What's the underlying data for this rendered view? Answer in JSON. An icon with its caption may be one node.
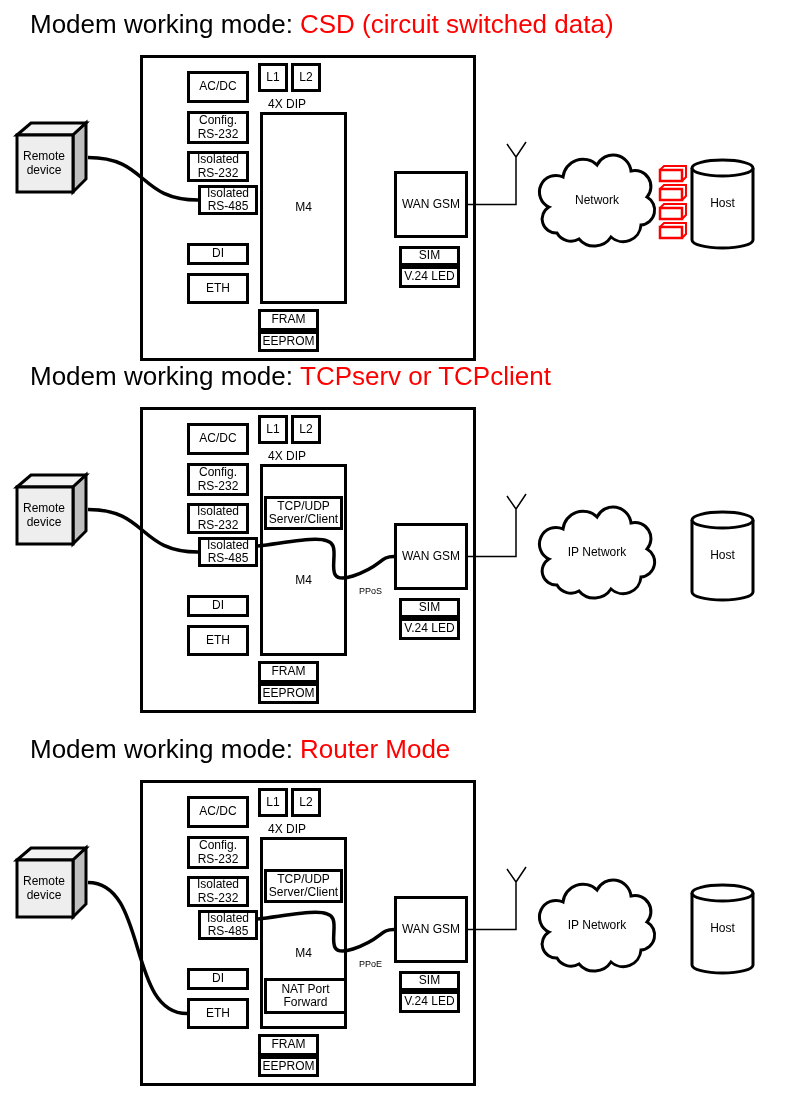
{
  "diagram": {
    "nodes": [
      {
        "text": [
          "Remote device"
        ]
      },
      {
        "text": [],
        "shape": "box"
      },
      {
        "text": [
          "AC/DC"
        ],
        "in": 1
      },
      {
        "text": [
          "L1"
        ],
        "in": 1
      },
      {
        "text": [
          "L2"
        ],
        "in": 1
      },
      {
        "text": [
          "Config. RS-232"
        ],
        "in": 1
      },
      {
        "text": [
          "Isolated RS-232"
        ],
        "in": 1
      },
      {
        "text": [
          "Isolated RS-485"
        ],
        "in": 1
      },
      {
        "text": [
          "M4"
        ],
        "in": 1
      },
      {
        "text": [
          "DI"
        ],
        "in": 1
      },
      {
        "text": [
          "ETH"
        ],
        "in": 1
      },
      {
        "text": [
          "FRAM"
        ],
        "in": 1
      },
      {
        "text": [
          "EEPROM"
        ],
        "in": 1
      },
      {
        "text": [
          "WAN GSM"
        ],
        "in": 1
      },
      {
        "text": [
          "SIM"
        ],
        "in": 1
      },
      {
        "text": [
          "V.24 LED"
        ],
        "in": 1
      },
      {
        "text": [],
        "shape": "antenna"
      },
      {
        "text": [
          "Network"
        ]
      },
      {
        "text": [
          "Host"
        ]
      },
      {
        "text": [
          "Remote device"
        ]
      },
      {
        "text": [],
        "shape": "box"
      },
      {
        "text": [
          "AC/DC"
        ],
        "in": 20
      },
      {
        "text": [
          "L1"
        ],
        "in": 20
      },
      {
        "text": [
          "L2"
        ],
        "in": 20
      },
      {
        "text": [
          "Config. RS-232"
        ],
        "in": 20
      },
      {
        "text": [
          "Isolated RS-232"
        ],
        "in": 20
      },
      {
        "text": [
          "Isolated RS-485"
        ],
        "in": 20
      },
      {
        "text": [
          "M4"
        ],
        "in": 20
      },
      {
        "text": [
          "TCP/UDP Server/Client"
        ],
        "in": 27
      },
      {
        "text": [
          "DI"
        ],
        "in": 20
      },
      {
        "text": [
          "ETH"
        ],
        "in": 20
      },
      {
        "text": [
          "FRAM"
        ],
        "in": 20
      },
      {
        "text": [
          "EEPROM"
        ],
        "in": 20
      },
      {
        "text": [
          "WAN GSM"
        ],
        "in": 20
      },
      {
        "text": [
          "SIM"
        ],
        "in": 20
      },
      {
        "text": [
          "V.24 LED"
        ],
        "in": 20
      },
      {
        "text": [],
        "shape": "antenna"
      },
      {
        "text": [
          "IP Network"
        ]
      },
      {
        "text": [
          "Host"
        ]
      },
      {
        "text": [
          "Remote device"
        ]
      },
      {
        "text": [],
        "shape": "box"
      },
      {
        "text": [
          "AC/DC"
        ],
        "in": 40
      },
      {
        "text": [
          "L1"
        ],
        "in": 40
      },
      {
        "text": [
          "L2"
        ],
        "in": 40
      },
      {
        "text": [
          "Config. RS-232"
        ],
        "in": 40
      },
      {
        "text": [
          "Isolated RS-232"
        ],
        "in": 40
      },
      {
        "text": [
          "Isolated RS-485"
        ],
        "in": 40
      },
      {
        "text": [
          "M4"
        ],
        "in": 40
      },
      {
        "text": [
          "TCP/UDP Server/Client"
        ],
        "in": 47
      },
      {
        "text": [
          "NAT Port Forward"
        ],
        "in": 47
      },
      {
        "text": [
          "DI"
        ],
        "in": 40
      },
      {
        "text": [
          "ETH"
        ],
        "in": 40
      },
      {
        "text": [
          "FRAM"
        ],
        "in": 40
      },
      {
        "text": [
          "EEPROM"
        ],
        "in": 40
      },
      {
        "text": [
          "WAN GSM"
        ],
        "in": 40
      },
      {
        "text": [
          "SIM"
        ],
        "in": 40
      },
      {
        "text": [
          "V.24 LED"
        ],
        "in": 40
      },
      {
        "text": [],
        "shape": "antenna"
      },
      {
        "text": [
          "IP Network"
        ]
      },
      {
        "text": [
          "Host"
        ]
      }
    ],
    "edges": [
      {
        "from": 0,
        "to": 7,
        "arrow": "none"
      },
      {
        "from": 13,
        "to": 16,
        "arrow": "none"
      },
      {
        "from": 19,
        "to": 26,
        "arrow": "none"
      },
      {
        "from": 26,
        "to": 33,
        "arrow": "none",
        "label": "PPoS"
      },
      {
        "from": 33,
        "to": 36,
        "arrow": "none"
      },
      {
        "from": 39,
        "to": 51,
        "arrow": "none"
      },
      {
        "from": 46,
        "to": 54,
        "arrow": "none",
        "label": "PPoE"
      },
      {
        "from": 54,
        "to": 57,
        "arrow": "none"
      }
    ],
    "labels": [
      "Modem working mode:",
      "CSD (circuit switched data)",
      "4X DIP",
      "Modem working mode:",
      "TCPserv or TCPclient",
      "4X DIP",
      "Modem working mode:",
      "Router Mode",
      "4X DIP"
    ]
  }
}
